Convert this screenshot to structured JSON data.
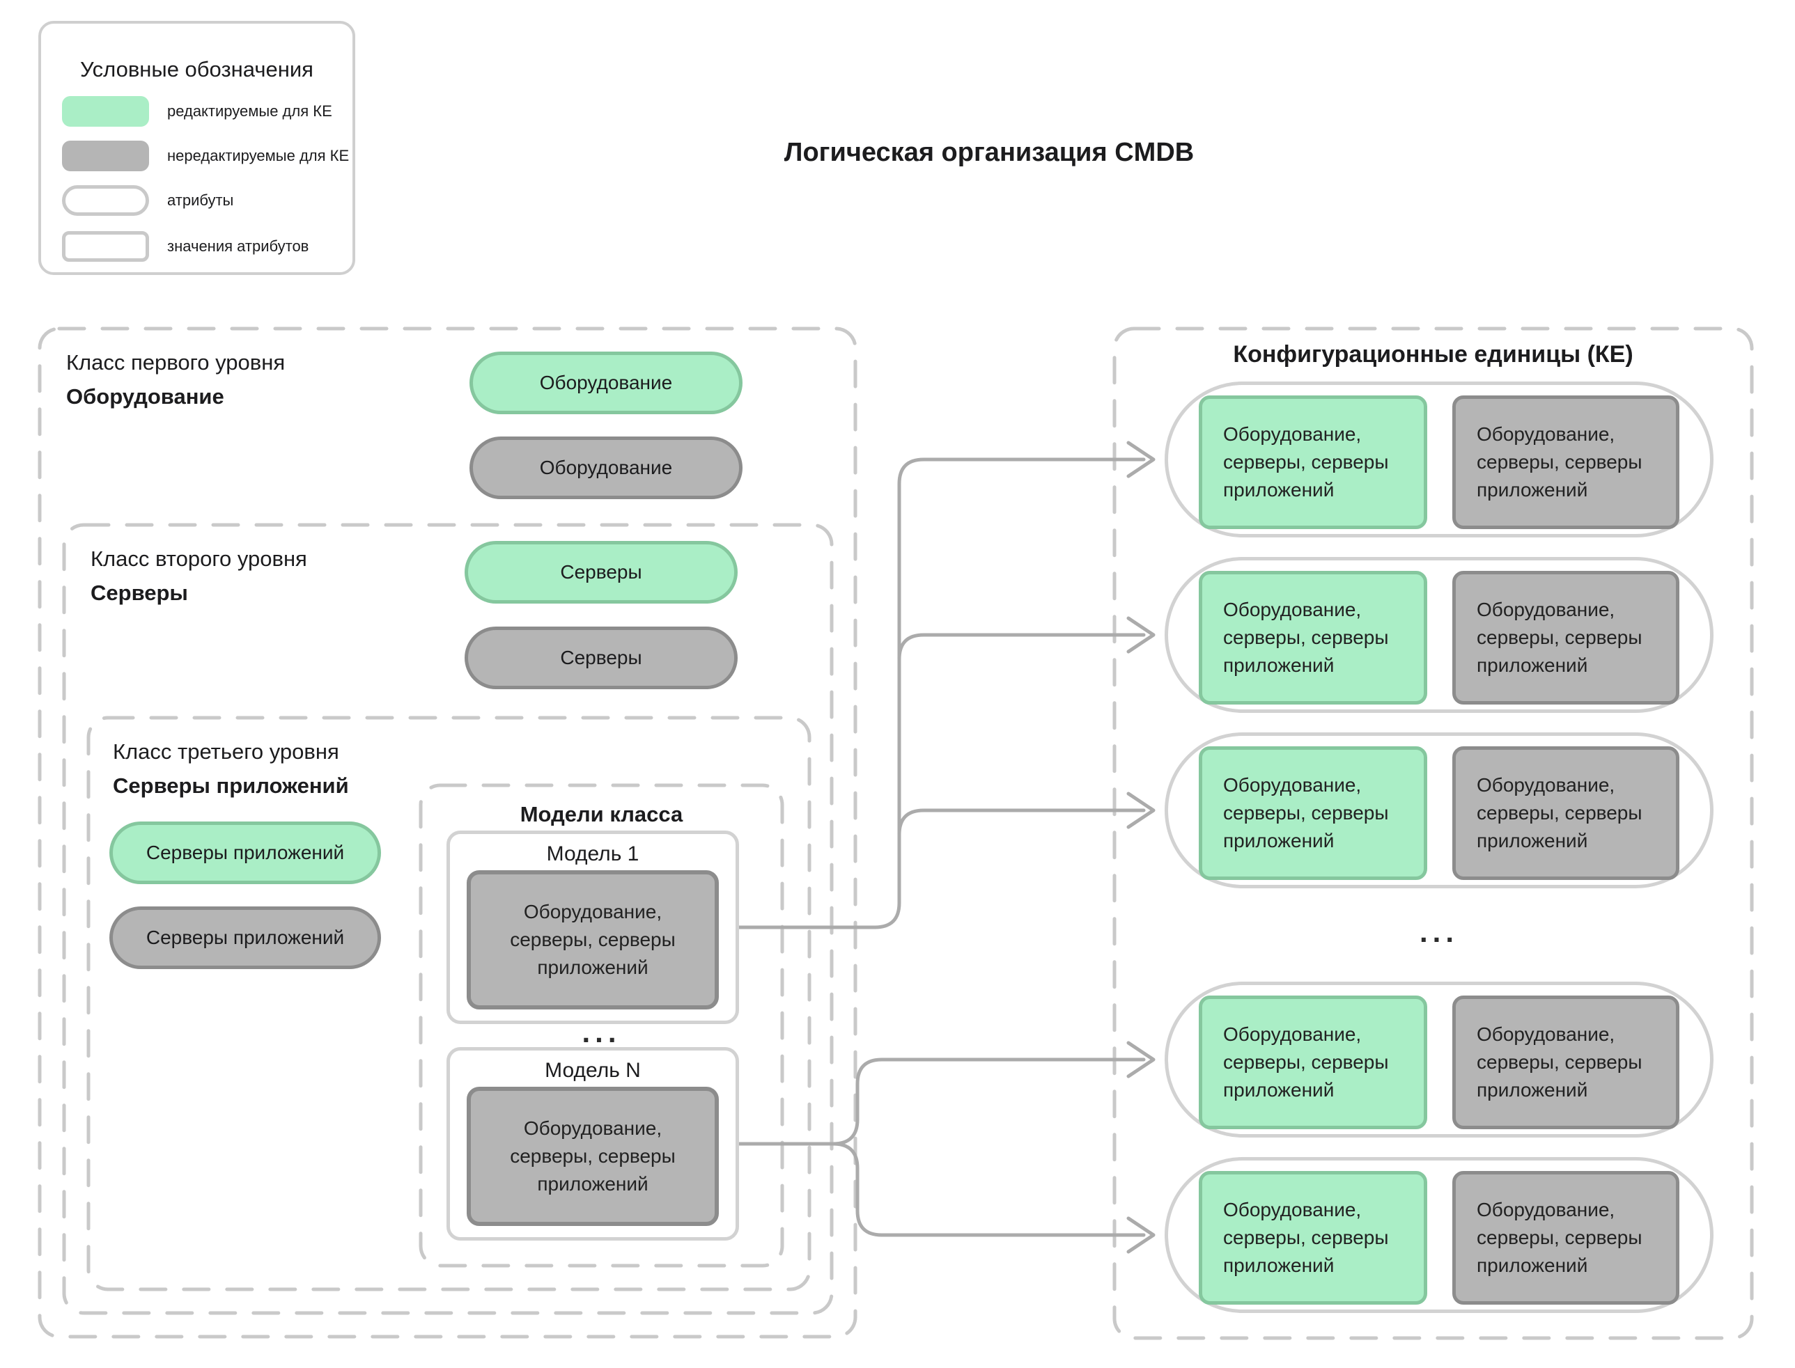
{
  "title": "Логическая организация CMDB",
  "legend": {
    "title": "Условные обозначения",
    "items": [
      {
        "swatch": "green-filled",
        "label": "редактируемые для КЕ"
      },
      {
        "swatch": "gray-filled",
        "label": "нередактируемые для КЕ"
      },
      {
        "swatch": "outlined-pill",
        "label": "атрибуты"
      },
      {
        "swatch": "outlined-rect",
        "label": "значения атрибутов"
      }
    ]
  },
  "hierarchy": {
    "level1": {
      "caption": "Класс первого уровня",
      "name": "Оборудование",
      "green_pill": "Оборудование",
      "gray_pill": "Оборудование"
    },
    "level2": {
      "caption": "Класс второго уровня",
      "name": "Серверы",
      "green_pill": "Серверы",
      "gray_pill": "Серверы"
    },
    "level3": {
      "caption": "Класс третьего уровня",
      "name": "Серверы приложений",
      "green_pill": "Серверы приложений",
      "gray_pill": "Серверы приложений"
    }
  },
  "models": {
    "title": "Модели класса",
    "ellipsis": "...",
    "items": [
      {
        "name": "Модель 1",
        "content": "Оборудование, серверы, серверы приложений"
      },
      {
        "name": "Модель N",
        "content": "Оборудование, серверы, серверы приложений"
      }
    ]
  },
  "ci": {
    "title": "Конфигурационные единицы (КЕ)",
    "ellipsis": "...",
    "row_count": 5,
    "box_text_green": "Оборудование, серверы, серверы приложений",
    "box_text_gray": "Оборудование, серверы, серверы приложений"
  },
  "colors": {
    "green_fill": "#aaeec6",
    "green_border": "#85c79e",
    "gray_fill": "#b5b5b5",
    "gray_border": "#8c8c8c",
    "card_border": "#d2d2d2",
    "dashed_border": "#c9c9c9",
    "connector": "#ababab",
    "text": "#1c1c1e",
    "background": "#ffffff"
  }
}
